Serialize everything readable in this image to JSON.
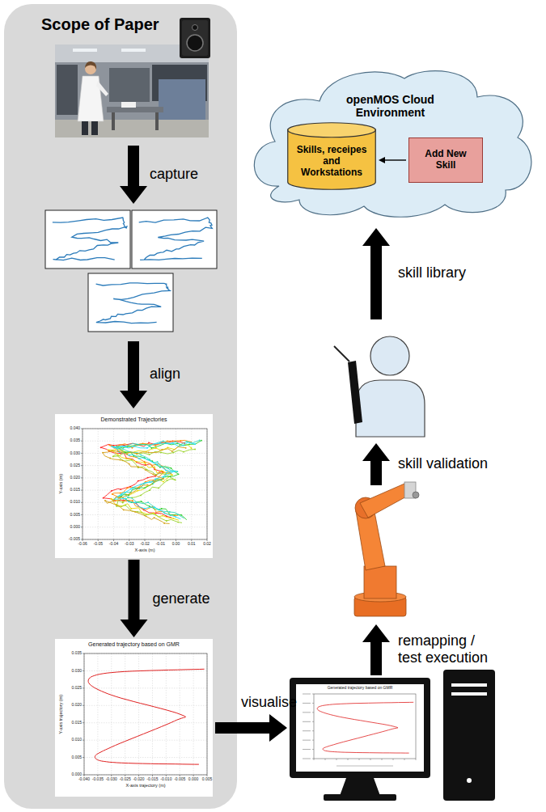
{
  "diagram": {
    "nodes": [
      {
        "text": [
          "Scope of Paper"
        ]
      },
      {
        "text": [
          "Demonstrated Trajectories"
        ],
        "in": 0
      },
      {
        "text": [
          "Generated trajectory based on GMR"
        ],
        "in": 0
      },
      {
        "text": [
          "Generated trajectory based on GMR"
        ]
      },
      {
        "text": [
          "openMOS Cloud Environment"
        ]
      },
      {
        "text": [
          "Skills, receipes and Workstations"
        ],
        "in": 4
      },
      {
        "text": [
          "Add New Skill"
        ],
        "in": 4
      }
    ],
    "edges": [
      {
        "from": 1,
        "to": 2,
        "arrow": "to",
        "label": "generate"
      },
      {
        "from": 2,
        "to": 3,
        "arrow": "to",
        "label": "visualise"
      },
      {
        "from": 6,
        "to": 5,
        "arrow": "to"
      }
    ],
    "labels": [
      "capture",
      "align",
      "remapping / test execution",
      "skill validation",
      "skill library",
      "Y-axis (m)",
      "X-axis (m)",
      "0.040",
      "0.035",
      "0.030",
      "0.025",
      "0.020",
      "0.015",
      "0.010",
      "0.005",
      "0.000",
      "-0.005",
      "-0.06",
      "-0.05",
      "-0.04",
      "-0.03",
      "-0.02",
      "-0.01",
      "0.00",
      "0.01",
      "0.02",
      "Y-axis trajectory (m)",
      "X-axis trajectory (m)",
      "0.035",
      "0.030",
      "0.025",
      "0.020",
      "0.015",
      "0.010",
      "0.005",
      "0.000",
      "-0.040",
      "-0.035",
      "-0.030",
      "-0.025",
      "-0.020",
      "-0.015",
      "-0.010",
      "-0.005",
      "0.000",
      "0.005"
    ]
  }
}
